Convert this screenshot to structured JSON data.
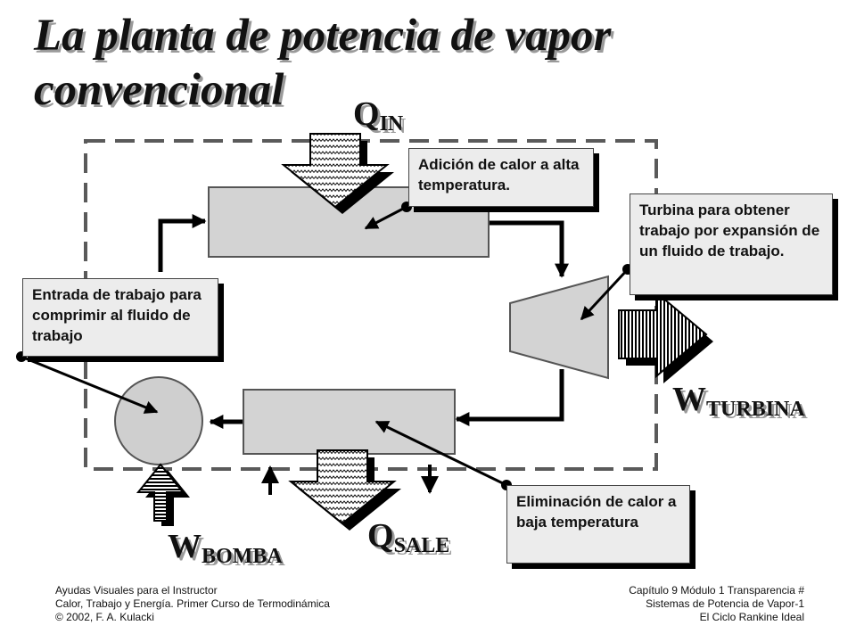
{
  "title": "La planta de potencia de vapor convencional",
  "labels": {
    "q_in_main": "Q",
    "q_in_sub": "IN",
    "q_out_main": "Q",
    "q_out_sub": "SALE",
    "w_turbine_main": "W",
    "w_turbine_sub": "TURBINA",
    "w_pump_main": "W",
    "w_pump_sub": "BOMBA"
  },
  "callouts": {
    "heat_addition": "Adición de calor a alta temperatura.",
    "turbine": "Turbina para obtener trabajo por expansión de un fluido de trabajo.",
    "pump_work": "Entrada de trabajo para comprimir al fluido de trabajo",
    "heat_rejection": "Eliminación de calor a baja temperatura"
  },
  "footer": {
    "left": [
      "Ayudas Visuales para el Instructor",
      "Calor, Trabajo y Energía. Primer Curso de Termodinámica",
      "© 2002, F. A. Kulacki"
    ],
    "right": [
      "Capítulo 9 Módulo 1 Transparencia  #",
      "Sistemas de Potencia de Vapor-1",
      "El Ciclo Rankine Ideal"
    ]
  },
  "colors": {
    "component_fill": "#d3d3d3",
    "pump_fill": "#cfcfcf",
    "line": "#000000",
    "boundary": "#5a5a5a"
  }
}
